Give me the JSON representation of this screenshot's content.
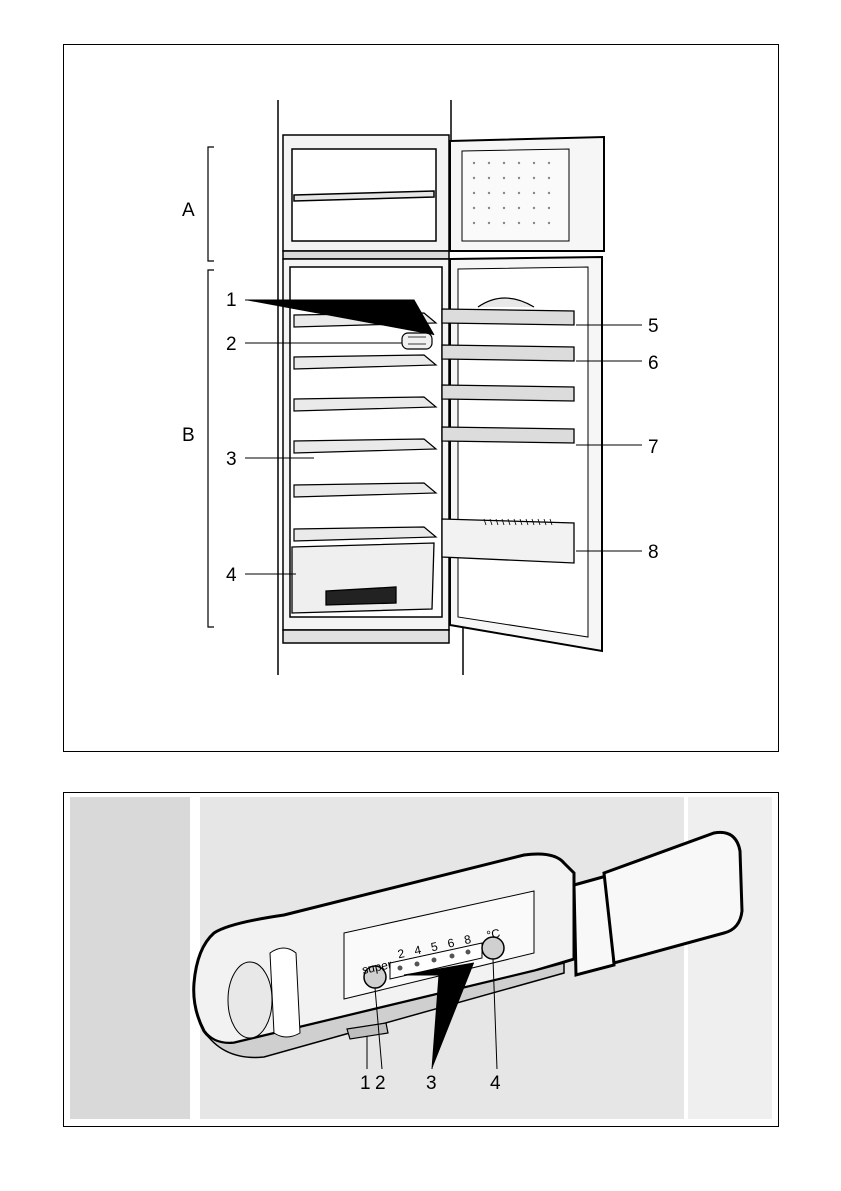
{
  "figure_top": {
    "sections": [
      {
        "id": "A",
        "label": "A"
      },
      {
        "id": "B",
        "label": "B"
      }
    ],
    "callouts": [
      {
        "id": "1",
        "label": "1"
      },
      {
        "id": "2",
        "label": "2"
      },
      {
        "id": "3",
        "label": "3"
      },
      {
        "id": "4",
        "label": "4"
      },
      {
        "id": "5",
        "label": "5"
      },
      {
        "id": "6",
        "label": "6"
      },
      {
        "id": "7",
        "label": "7"
      },
      {
        "id": "8",
        "label": "8"
      }
    ]
  },
  "figure_bottom": {
    "panel_text": {
      "super": "super",
      "scale": [
        "2",
        "4",
        "5",
        "6",
        "8"
      ],
      "unit": "°C"
    },
    "callouts": [
      {
        "id": "1",
        "label": "1"
      },
      {
        "id": "2",
        "label": "2"
      },
      {
        "id": "3",
        "label": "3"
      },
      {
        "id": "4",
        "label": "4"
      }
    ]
  }
}
